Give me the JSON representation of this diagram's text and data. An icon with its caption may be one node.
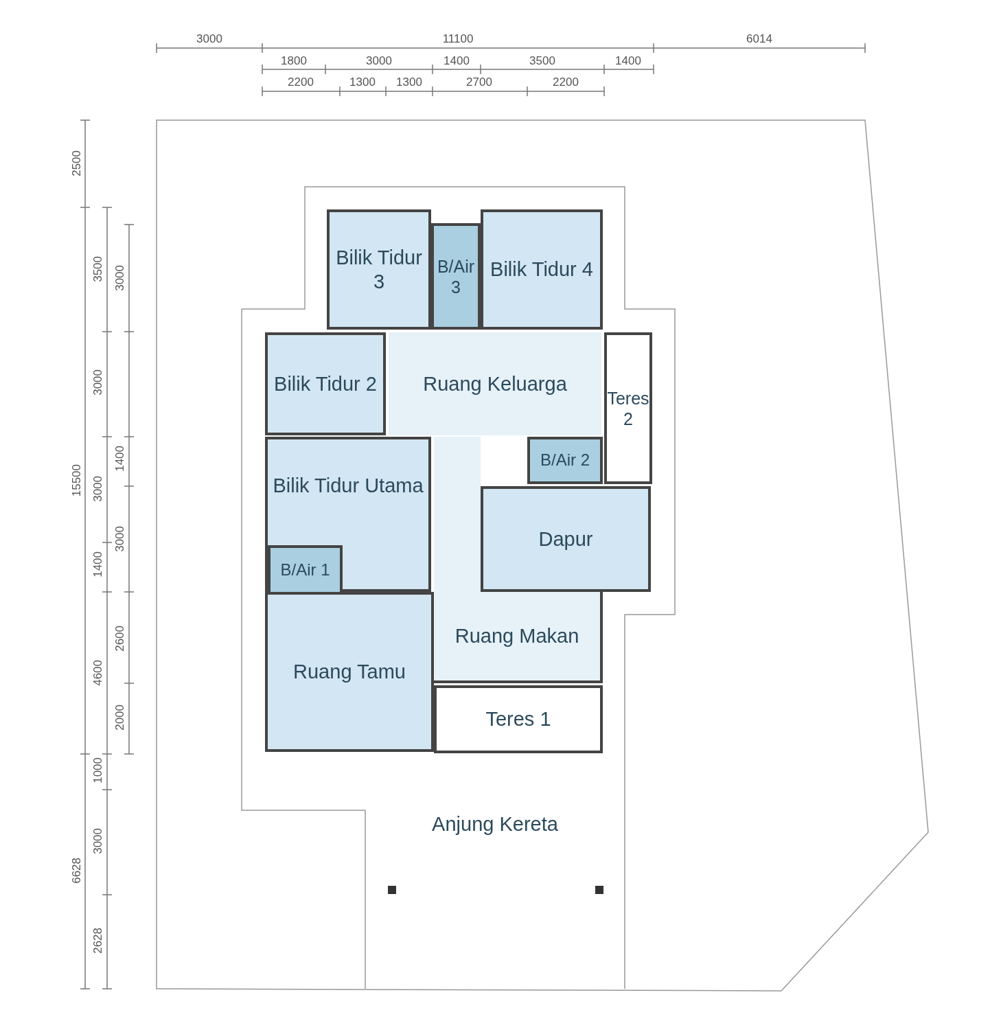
{
  "diagram": {
    "nodes": [
      {
        "text": [
          "Bilik Tidur 3"
        ]
      },
      {
        "text": [
          "B/Air 3"
        ]
      },
      {
        "text": [
          "Bilik Tidur 4"
        ]
      },
      {
        "text": [
          "Bilik Tidur 2"
        ]
      },
      {
        "text": [
          "Ruang Keluarga"
        ]
      },
      {
        "text": [
          "Teres 2"
        ]
      },
      {
        "text": [
          "B/Air 2"
        ]
      },
      {
        "text": [
          "Bilik Tidur Utama"
        ]
      },
      {
        "text": [
          "B/Air 1"
        ],
        "in": 7
      },
      {
        "text": [
          "Dapur"
        ]
      },
      {
        "text": [
          "Ruang Makan"
        ]
      },
      {
        "text": [
          "Ruang Tamu"
        ]
      },
      {
        "text": [
          "Teres 1"
        ]
      },
      {
        "text": [
          "Anjung Kereta"
        ]
      }
    ],
    "labels": [
      "3000",
      "11100",
      "6014",
      "1800",
      "3000",
      "1400",
      "3500",
      "1400",
      "2200",
      "1300",
      "1300",
      "2700",
      "2200",
      "2500",
      "3500",
      "3000",
      "3000",
      "1400",
      "15500",
      "3000",
      "3000",
      "1400",
      "2600",
      "4600",
      "2000",
      "1000",
      "3000",
      "6628",
      "2628"
    ]
  }
}
